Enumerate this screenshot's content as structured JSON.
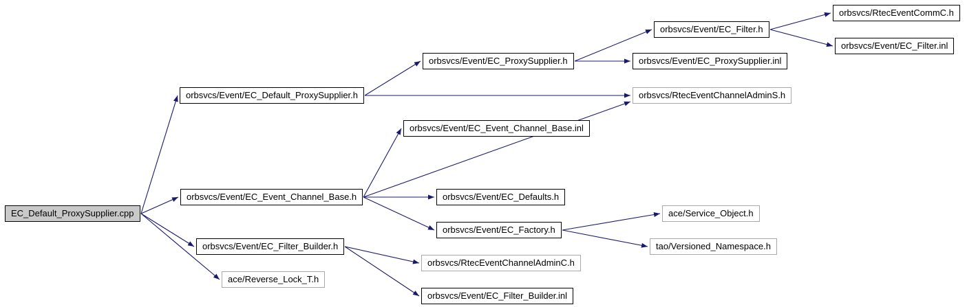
{
  "diagram": {
    "type": "include-dependency-graph",
    "background": "#ffffff",
    "edge_color": "#191970",
    "node_fill": "#ffffff",
    "node_border": "#000000",
    "main_node_fill": "#c9c9c9",
    "external_node_border": "#a8a8a8"
  },
  "nodes": [
    {
      "id": "cpp",
      "label": "EC_Default_ProxySupplier.cpp",
      "kind": "main"
    },
    {
      "id": "default_proxysupplier_h",
      "label": "orbsvcs/Event/EC_Default_ProxySupplier.h",
      "kind": "internal"
    },
    {
      "id": "proxysupplier_h",
      "label": "orbsvcs/Event/EC_ProxySupplier.h",
      "kind": "internal"
    },
    {
      "id": "filter_h",
      "label": "orbsvcs/Event/EC_Filter.h",
      "kind": "internal"
    },
    {
      "id": "rtec_event_commc_h",
      "label": "orbsvcs/RtecEventCommC.h",
      "kind": "internal"
    },
    {
      "id": "filter_inl",
      "label": "orbsvcs/Event/EC_Filter.inl",
      "kind": "internal"
    },
    {
      "id": "proxysupplier_inl",
      "label": "orbsvcs/Event/EC_ProxySupplier.inl",
      "kind": "internal"
    },
    {
      "id": "admins_h",
      "label": "orbsvcs/RtecEventChannelAdminS.h",
      "kind": "external"
    },
    {
      "id": "event_channel_base_inl",
      "label": "orbsvcs/Event/EC_Event_Channel_Base.inl",
      "kind": "internal"
    },
    {
      "id": "event_channel_base_h",
      "label": "orbsvcs/Event/EC_Event_Channel_Base.h",
      "kind": "internal"
    },
    {
      "id": "defaults_h",
      "label": "orbsvcs/Event/EC_Defaults.h",
      "kind": "internal"
    },
    {
      "id": "factory_h",
      "label": "orbsvcs/Event/EC_Factory.h",
      "kind": "internal"
    },
    {
      "id": "service_object_h",
      "label": "ace/Service_Object.h",
      "kind": "external"
    },
    {
      "id": "versioned_namespace_h",
      "label": "tao/Versioned_Namespace.h",
      "kind": "external"
    },
    {
      "id": "filter_builder_h",
      "label": "orbsvcs/Event/EC_Filter_Builder.h",
      "kind": "internal"
    },
    {
      "id": "adminc_h",
      "label": "orbsvcs/RtecEventChannelAdminC.h",
      "kind": "external"
    },
    {
      "id": "reverse_lock_h",
      "label": "ace/Reverse_Lock_T.h",
      "kind": "external"
    },
    {
      "id": "filter_builder_inl",
      "label": "orbsvcs/Event/EC_Filter_Builder.inl",
      "kind": "internal"
    }
  ],
  "edges": [
    {
      "from": "cpp",
      "to": "default_proxysupplier_h"
    },
    {
      "from": "cpp",
      "to": "event_channel_base_h"
    },
    {
      "from": "cpp",
      "to": "filter_builder_h"
    },
    {
      "from": "cpp",
      "to": "reverse_lock_h"
    },
    {
      "from": "default_proxysupplier_h",
      "to": "proxysupplier_h"
    },
    {
      "from": "default_proxysupplier_h",
      "to": "admins_h"
    },
    {
      "from": "proxysupplier_h",
      "to": "filter_h"
    },
    {
      "from": "proxysupplier_h",
      "to": "proxysupplier_inl"
    },
    {
      "from": "filter_h",
      "to": "rtec_event_commc_h"
    },
    {
      "from": "filter_h",
      "to": "filter_inl"
    },
    {
      "from": "event_channel_base_h",
      "to": "event_channel_base_inl"
    },
    {
      "from": "event_channel_base_h",
      "to": "admins_h"
    },
    {
      "from": "event_channel_base_h",
      "to": "defaults_h"
    },
    {
      "from": "event_channel_base_h",
      "to": "factory_h"
    },
    {
      "from": "factory_h",
      "to": "service_object_h"
    },
    {
      "from": "factory_h",
      "to": "versioned_namespace_h"
    },
    {
      "from": "filter_builder_h",
      "to": "adminc_h"
    },
    {
      "from": "filter_builder_h",
      "to": "filter_builder_inl"
    },
    {
      "from": "filter_builder_h",
      "to": "filter_builder_inl"
    }
  ]
}
